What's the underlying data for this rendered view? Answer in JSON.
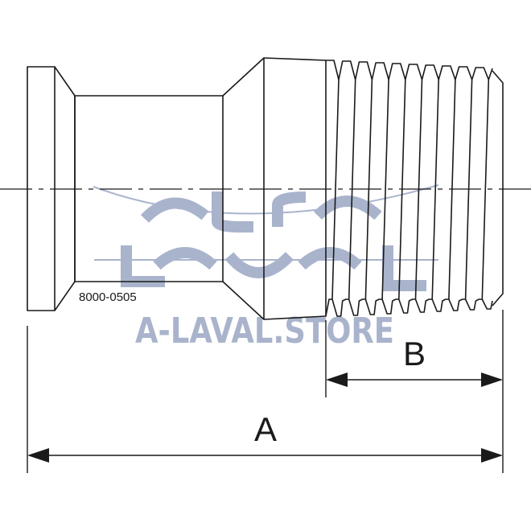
{
  "drawing": {
    "part_number": "8000-0505",
    "dimension_labels": {
      "overall_length": "A",
      "thread_length": "B"
    },
    "line_color": "#1a1a1a"
  },
  "watermark": {
    "logo_text": "ALFA LAVAL",
    "store_text": "A-LAVAL.STORE",
    "color": "#a9b4cc"
  }
}
